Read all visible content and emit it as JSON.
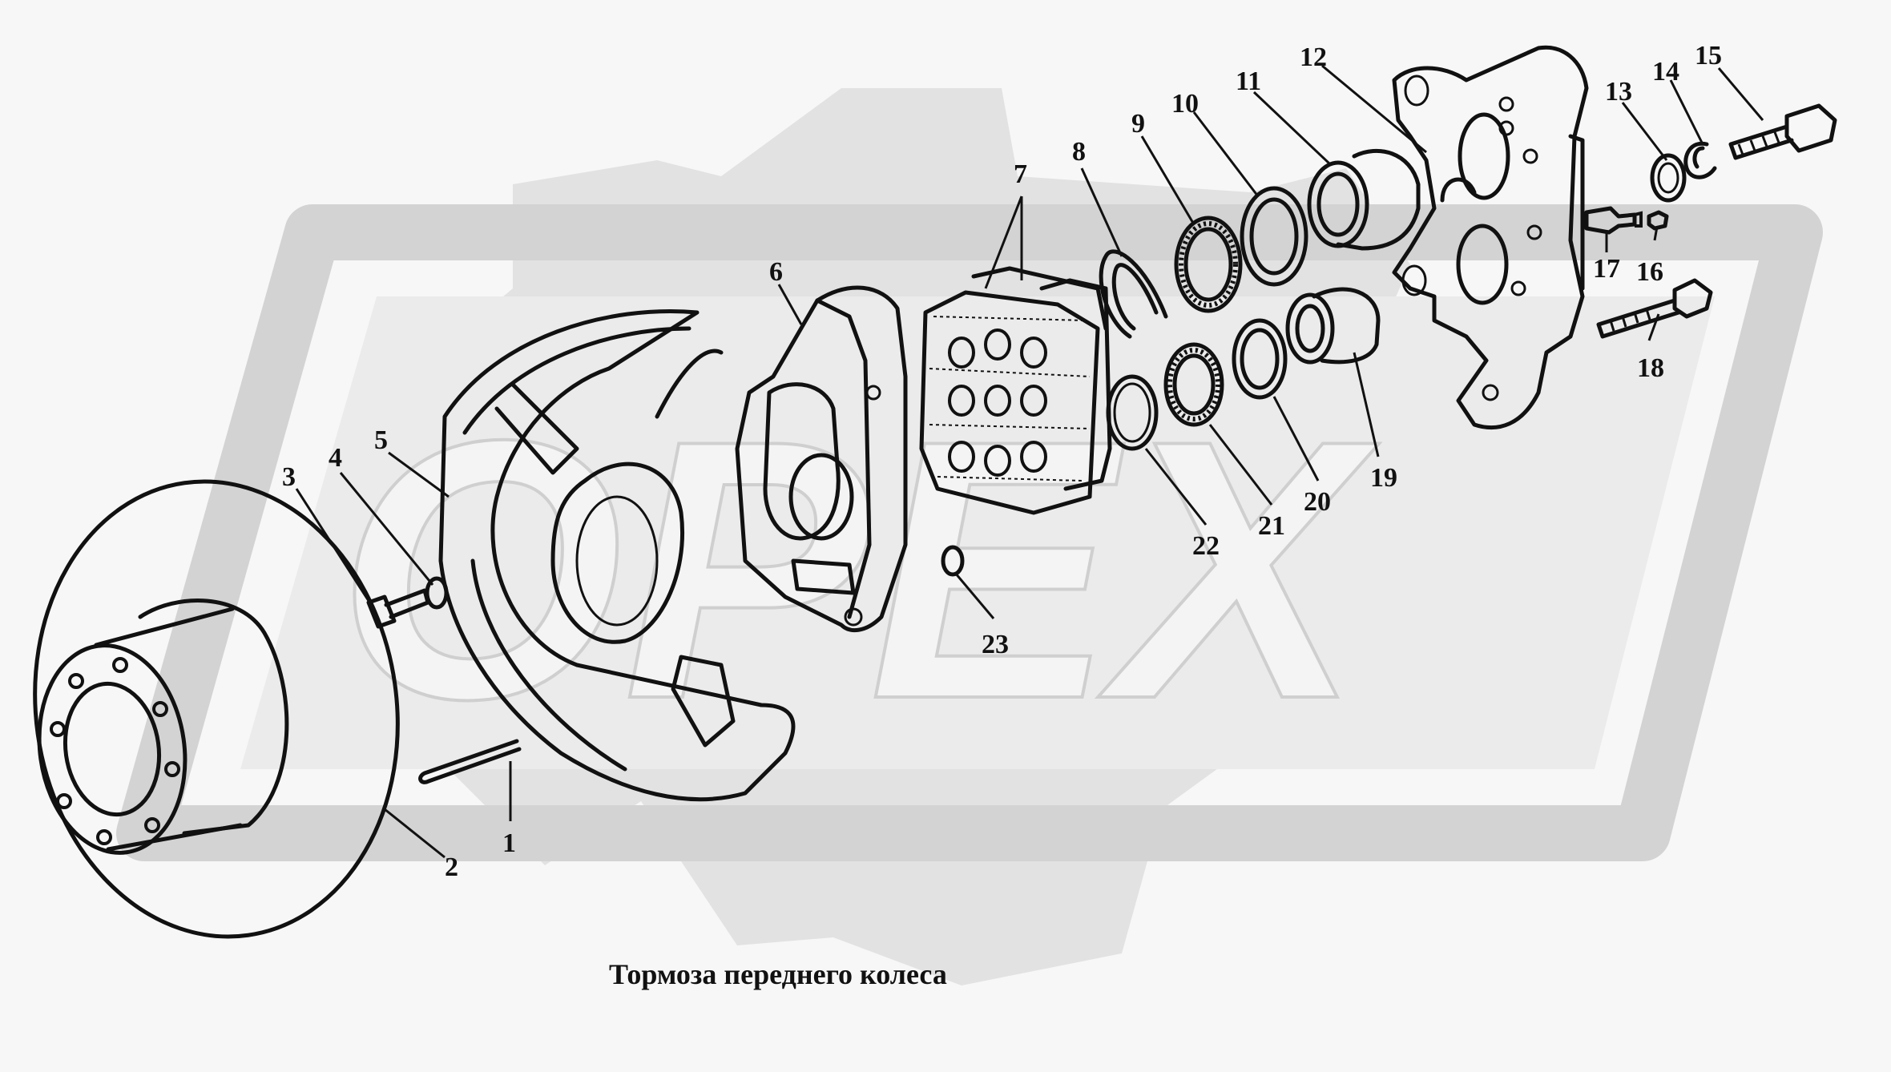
{
  "caption": "Тормоза переднего колеса",
  "watermark": {
    "text": "OPEX",
    "color": "#d7d7d7"
  },
  "callouts": [
    "1",
    "2",
    "3",
    "4",
    "5",
    "6",
    "7",
    "8",
    "9",
    "10",
    "11",
    "12",
    "13",
    "14",
    "15",
    "16",
    "17",
    "18",
    "19",
    "20",
    "21",
    "22",
    "23"
  ]
}
